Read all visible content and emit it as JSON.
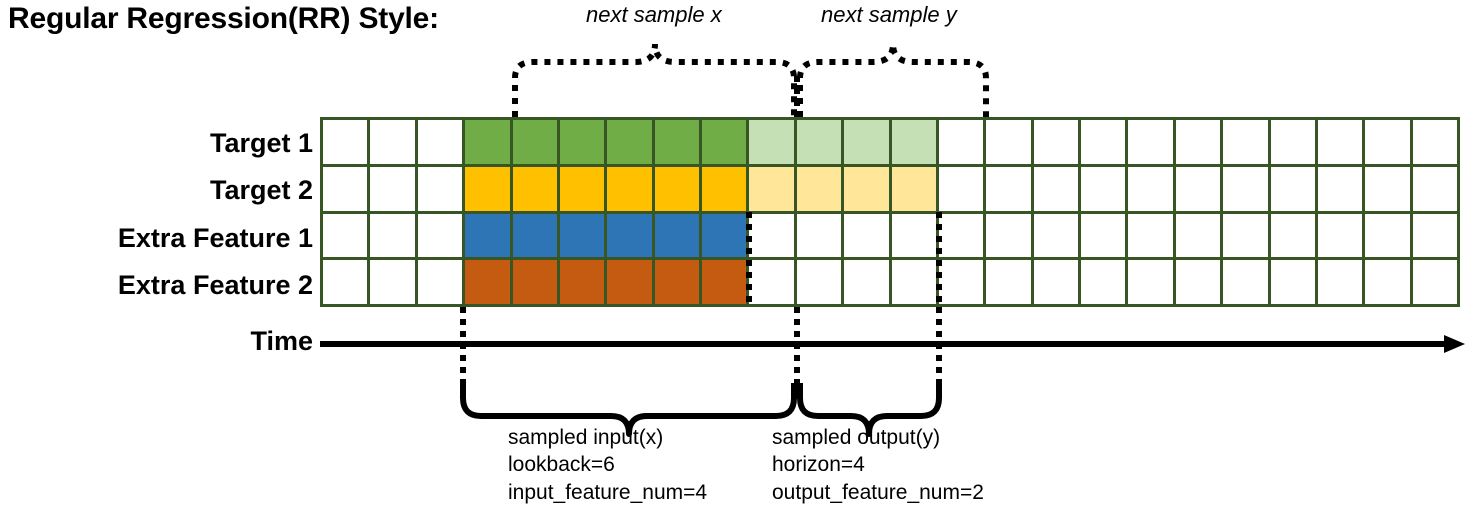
{
  "title": "Regular Regression(RR) Style:",
  "rows": [
    {
      "label": "Target 1",
      "name": "target-1"
    },
    {
      "label": "Target 2",
      "name": "target-2"
    },
    {
      "label": "Extra Feature 1",
      "name": "extra-feature-1"
    },
    {
      "label": "Extra Feature 2",
      "name": "extra-feature-2"
    }
  ],
  "axis": {
    "label": "Time"
  },
  "grid": {
    "columns": 24,
    "rows": 4,
    "border_color": "#375623",
    "empty_color": "#ffffff",
    "input_start_col": 4,
    "input_end_col": 9,
    "output_start_col": 10,
    "output_end_col": 13,
    "row_colors": [
      {
        "input": "#70ad47",
        "output": "#c5e0b4"
      },
      {
        "input": "#ffc000",
        "output": "#ffe699"
      },
      {
        "input": "#2e75b6",
        "output": "#ffffff"
      },
      {
        "input": "#c55a11",
        "output": "#ffffff"
      }
    ],
    "cells": [
      [
        "#ffffff",
        "#ffffff",
        "#ffffff",
        "#70ad47",
        "#70ad47",
        "#70ad47",
        "#70ad47",
        "#70ad47",
        "#70ad47",
        "#c5e0b4",
        "#c5e0b4",
        "#c5e0b4",
        "#c5e0b4",
        "#ffffff",
        "#ffffff",
        "#ffffff",
        "#ffffff",
        "#ffffff",
        "#ffffff",
        "#ffffff",
        "#ffffff",
        "#ffffff",
        "#ffffff",
        "#ffffff"
      ],
      [
        "#ffffff",
        "#ffffff",
        "#ffffff",
        "#ffc000",
        "#ffc000",
        "#ffc000",
        "#ffc000",
        "#ffc000",
        "#ffc000",
        "#ffe699",
        "#ffe699",
        "#ffe699",
        "#ffe699",
        "#ffffff",
        "#ffffff",
        "#ffffff",
        "#ffffff",
        "#ffffff",
        "#ffffff",
        "#ffffff",
        "#ffffff",
        "#ffffff",
        "#ffffff",
        "#ffffff"
      ],
      [
        "#ffffff",
        "#ffffff",
        "#ffffff",
        "#2e75b6",
        "#2e75b6",
        "#2e75b6",
        "#2e75b6",
        "#2e75b6",
        "#2e75b6",
        "#ffffff",
        "#ffffff",
        "#ffffff",
        "#ffffff",
        "#ffffff",
        "#ffffff",
        "#ffffff",
        "#ffffff",
        "#ffffff",
        "#ffffff",
        "#ffffff",
        "#ffffff",
        "#ffffff",
        "#ffffff",
        "#ffffff"
      ],
      [
        "#ffffff",
        "#ffffff",
        "#ffffff",
        "#c55a11",
        "#c55a11",
        "#c55a11",
        "#c55a11",
        "#c55a11",
        "#c55a11",
        "#ffffff",
        "#ffffff",
        "#ffffff",
        "#ffffff",
        "#ffffff",
        "#ffffff",
        "#ffffff",
        "#ffffff",
        "#ffffff",
        "#ffffff",
        "#ffffff",
        "#ffffff",
        "#ffffff",
        "#ffffff",
        "#ffffff"
      ]
    ]
  },
  "top_annotations": [
    {
      "caption": "next sample x",
      "name": "next-sample-x"
    },
    {
      "caption": "next sample y",
      "name": "next-sample-y"
    }
  ],
  "bottom_annotations": [
    {
      "name": "sampled-input",
      "line1": "sampled input(x)",
      "line2": "lookback=6",
      "line3": "input_feature_num=4"
    },
    {
      "name": "sampled-output",
      "line1": "sampled output(y)",
      "line2": "horizon=4",
      "line3": "output_feature_num=2"
    }
  ]
}
